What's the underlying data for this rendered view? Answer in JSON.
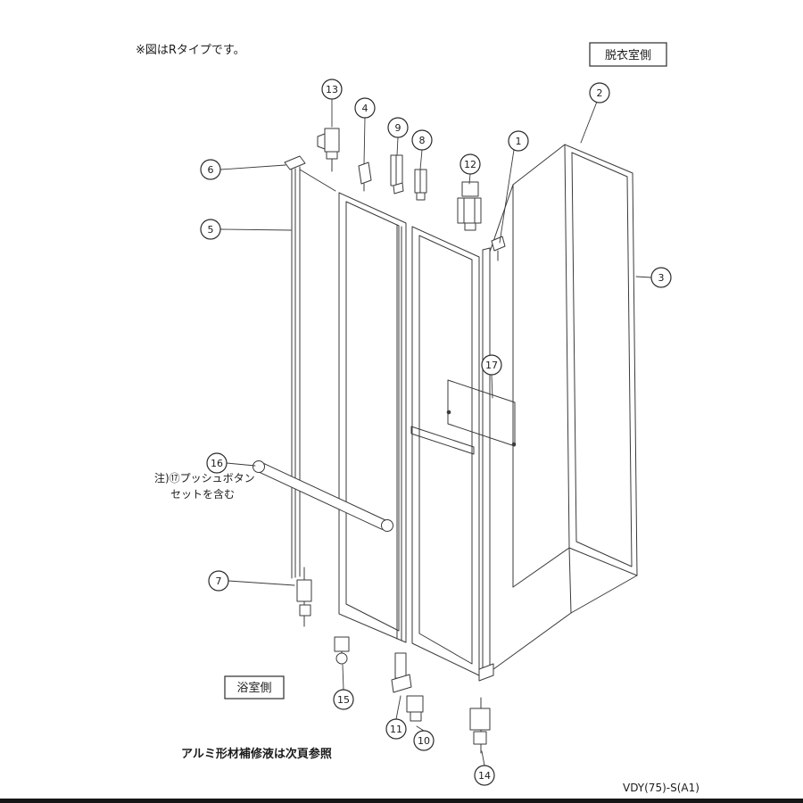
{
  "annotations": {
    "type_note": "※図はRタイプです。",
    "dressing_room_label": "脱衣室側",
    "bathroom_label": "浴室側",
    "note17_line1": "注)⑰プッシュボタン",
    "note17_line2": "セットを含む",
    "repair_note": "アルミ形材補修液は次頁参照",
    "doc_code": "VDY(75)-S(A1)"
  },
  "callouts": {
    "n1": "1",
    "n2": "2",
    "n3": "3",
    "n4": "4",
    "n5": "5",
    "n6": "6",
    "n7": "7",
    "n8": "8",
    "n9": "9",
    "n10": "10",
    "n11": "11",
    "n12": "12",
    "n13": "13",
    "n14": "14",
    "n15": "15",
    "n16": "16",
    "n17": "17"
  },
  "colors": {
    "line": "#3a3a3a",
    "background": "#ffffff"
  }
}
